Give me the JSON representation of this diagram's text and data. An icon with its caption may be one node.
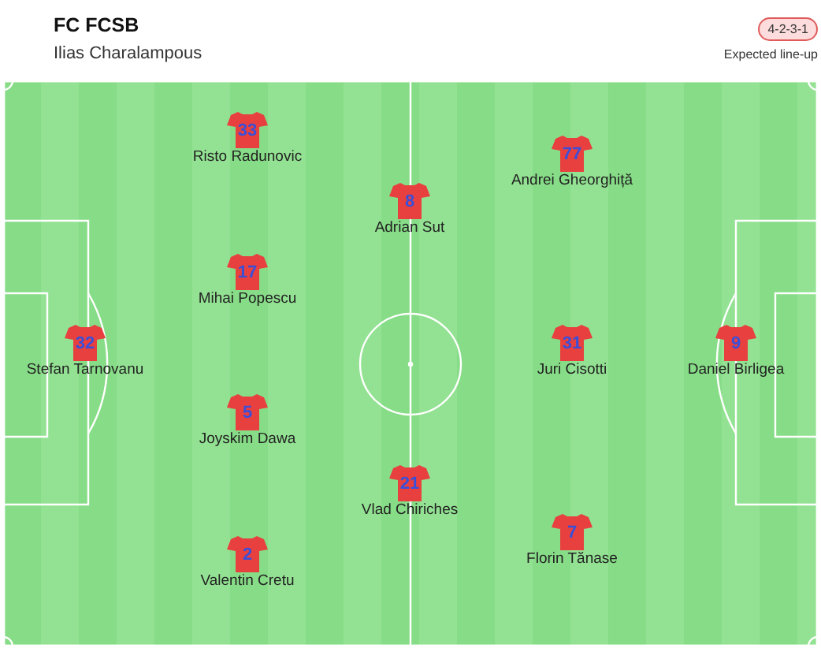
{
  "diagram": {
    "title": "FC FCSB",
    "nodes": [
      {
        "text": [
          "4-2-3-1"
        ],
        "beside": [
          "Expected line-up"
        ]
      },
      {
        "text": [
          "33"
        ],
        "beside": [
          "Risto Radunovic"
        ]
      },
      {
        "text": [
          "77"
        ],
        "beside": [
          "Andrei Gheorghiță"
        ]
      },
      {
        "text": [
          "8"
        ],
        "beside": [
          "Adrian Sut"
        ]
      },
      {
        "text": [
          "17"
        ],
        "beside": [
          "Mihai Popescu"
        ]
      },
      {
        "text": [
          "32"
        ],
        "beside": [
          "Stefan Tarnovanu"
        ]
      },
      {
        "text": [
          "31"
        ],
        "beside": [
          "Juri Cisotti"
        ]
      },
      {
        "text": [
          "9"
        ],
        "beside": [
          "Daniel Birligea"
        ]
      },
      {
        "text": [
          "5"
        ],
        "beside": [
          "Joyskim Dawa"
        ]
      },
      {
        "text": [
          "21"
        ],
        "beside": [
          "Vlad Chiriches"
        ]
      },
      {
        "text": [
          "7"
        ],
        "beside": [
          "Florin Tănase"
        ]
      },
      {
        "text": [
          "2"
        ],
        "beside": [
          "Valentin Cretu"
        ]
      }
    ],
    "labels": [
      "Ilias Charalampous"
    ]
  }
}
